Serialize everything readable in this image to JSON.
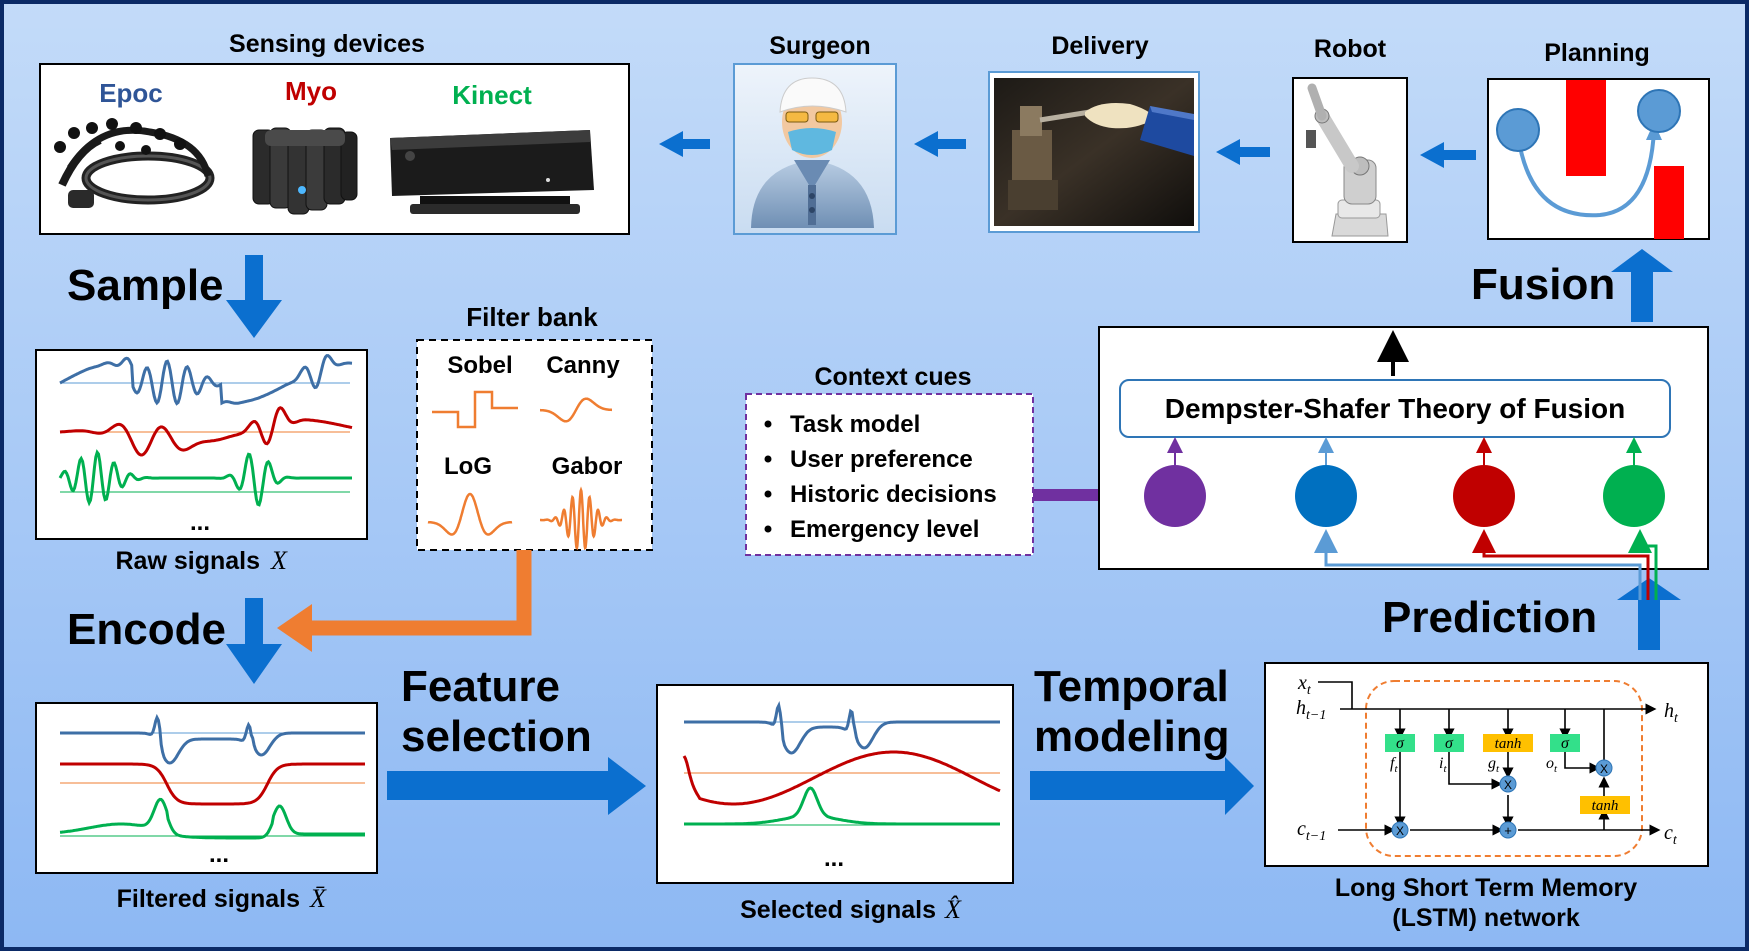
{
  "sensing": {
    "title": "Sensing devices",
    "epoc": "Epoc",
    "myo": "Myo",
    "kinect": "Kinect"
  },
  "pipeline_top": {
    "surgeon": "Surgeon",
    "delivery": "Delivery",
    "robot": "Robot",
    "planning": "Planning"
  },
  "steps": {
    "sample": "Sample",
    "encode": "Encode",
    "feature_1": "Feature",
    "feature_2": "selection",
    "temporal_1": "Temporal",
    "temporal_2": "modeling",
    "prediction": "Prediction",
    "fusion": "Fusion"
  },
  "signals": {
    "raw": "Raw signals",
    "raw_sym": "X",
    "filtered": "Filtered signals",
    "filtered_sym": "X̄",
    "selected": "Selected signals",
    "selected_sym": "X̂",
    "ellipsis": "..."
  },
  "filter_bank": {
    "title": "Filter bank",
    "sobel": "Sobel",
    "canny": "Canny",
    "log": "LoG",
    "gabor": "Gabor"
  },
  "context": {
    "title": "Context cues",
    "items": [
      "Task model",
      "User preference",
      "Historic decisions",
      "Emergency level"
    ]
  },
  "fusion_box": {
    "dst": "Dempster-Shafer Theory of Fusion"
  },
  "lstm": {
    "caption_1": "Long Short Term Memory",
    "caption_2": "(LSTM) network",
    "sigma": "σ",
    "tanh": "tanh",
    "x_t": "x",
    "x_sub": "t",
    "h_prev": "h",
    "h_prev_sub": "t−1",
    "c_prev": "c",
    "c_prev_sub": "t−1",
    "h_t": "h",
    "h_sub": "t",
    "c_t": "c",
    "c_sub": "t",
    "f_t": "f",
    "i_t": "i",
    "g_t": "g",
    "o_t": "o",
    "gate_sub": "t",
    "mult": "X",
    "plus": "+"
  },
  "colors": {
    "background_top": "#bcd6f8",
    "background_bottom": "#8fb9f3",
    "frame": "#0b2a66",
    "flow_arrow": "#0b6fcf",
    "filter_arrow": "#ef7d31",
    "context_arrow": "#7030a0",
    "signal_blue": "#3e6fa6",
    "signal_red": "#c00000",
    "signal_green": "#00b050",
    "filter_orange": "#ef7d31",
    "gate_green": "#33e08a",
    "gate_yellow": "#ffc000",
    "node_purple": "#7030a0",
    "node_blue": "#0070c0",
    "node_red": "#c00000",
    "node_green": "#00b050",
    "epoc_text": "#2f5597",
    "myo_text": "#c00000",
    "kinect_text": "#00b050"
  }
}
